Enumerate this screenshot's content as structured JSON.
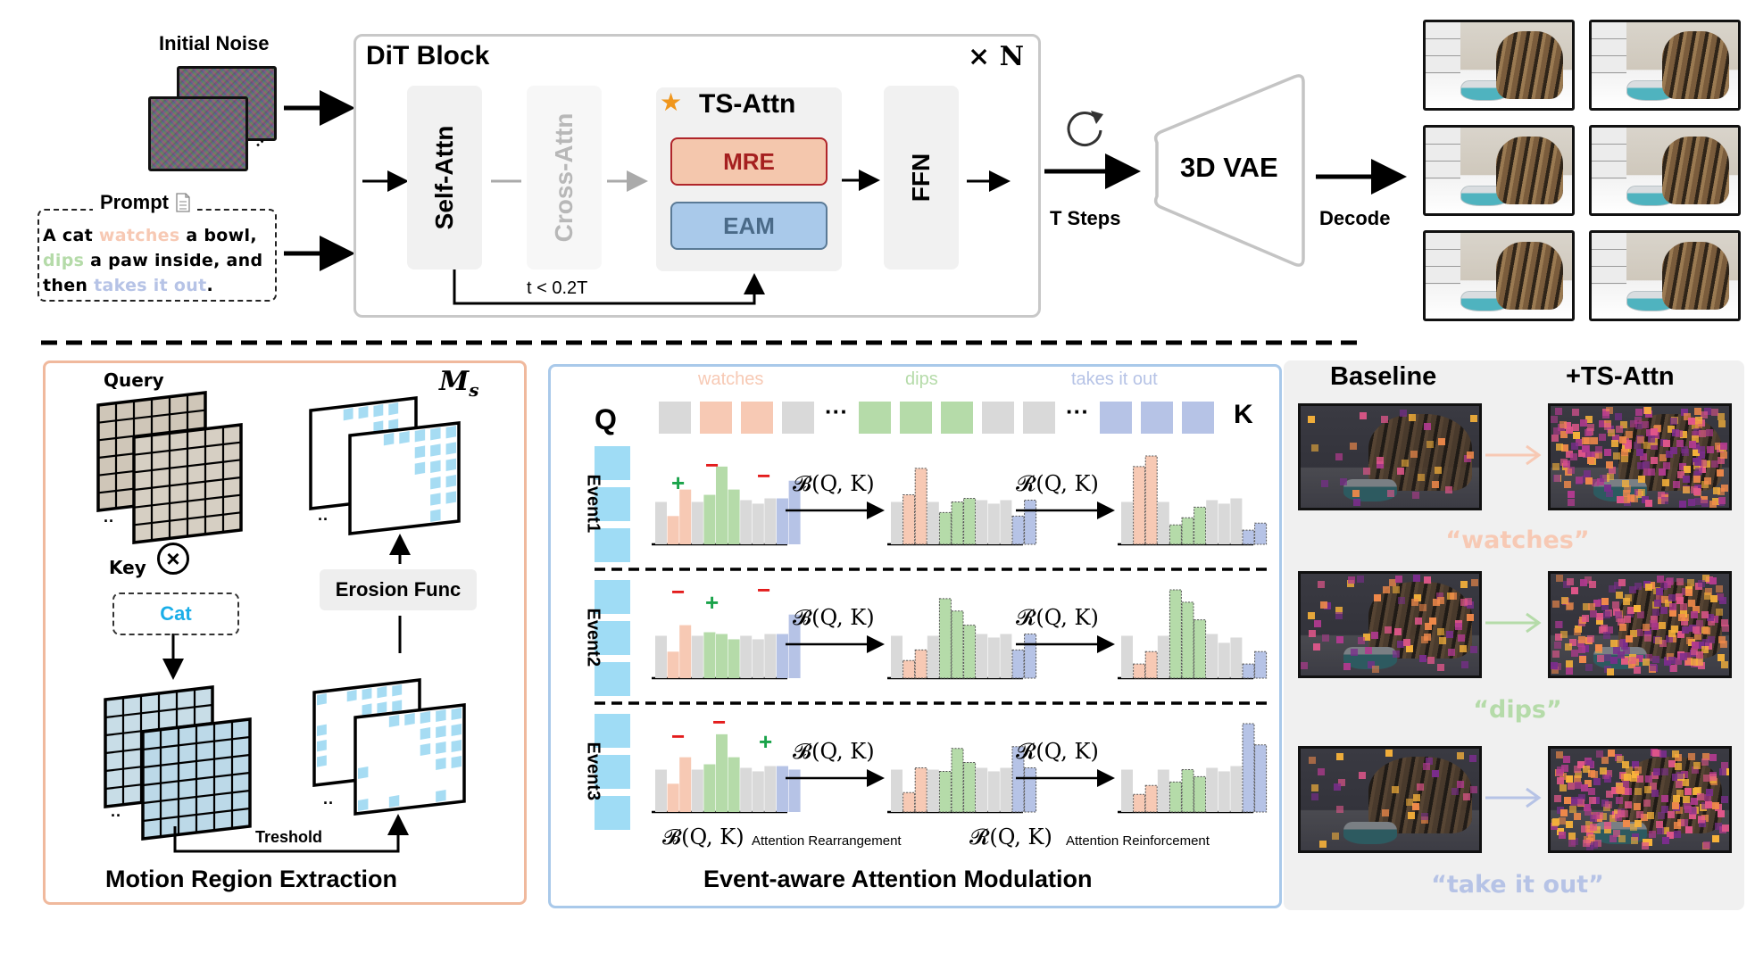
{
  "top": {
    "initial_noise_label": "Initial Noise",
    "prompt_label": "Prompt",
    "prompt_segments": [
      {
        "text": "A cat ",
        "color": "#000000"
      },
      {
        "text": "watches",
        "color": "#f7c9b4"
      },
      {
        "text": " a bowl,",
        "color": "#000000"
      },
      {
        "text": "dips",
        "color": "#b5dba9"
      },
      {
        "text": " a paw inside, and",
        "color": "#000000"
      },
      {
        "text": "then ",
        "color": "#000000"
      },
      {
        "text": "takes it out",
        "color": "#b6c3e6"
      },
      {
        "text": ".",
        "color": "#000000"
      }
    ],
    "dit_block": {
      "title": "DiT Block",
      "repeat": "× N",
      "self_attn": "Self-Attn",
      "cross_attn": "Cross-Attn",
      "ts_attn": "TS-Attn",
      "mre": "MRE",
      "eam": "EAM",
      "ffn": "FFN",
      "condition": "t < 0.2T"
    },
    "t_steps_label": "T Steps",
    "vae_label": "3D VAE",
    "decode_label": "Decode",
    "output_frames_count": 6
  },
  "mre_panel": {
    "title": "Motion Region Extraction",
    "query_label": "Query",
    "key_label": "Key",
    "key_token": "Cat",
    "erosion_label": "Erosion Func",
    "threshold_label": "Treshold",
    "mask_label": "M",
    "mask_subscript": "s"
  },
  "eam_panel": {
    "title": "Event-aware Attention Modulation",
    "q_label": "Q",
    "k_label": "K",
    "token_groups": [
      {
        "label": "watches",
        "color": "#f7c9b4"
      },
      {
        "label": "dips",
        "color": "#b5dba9"
      },
      {
        "label": "takes it out",
        "color": "#b6c3e6"
      }
    ],
    "key_tokens": [
      "gray",
      "orange",
      "orange",
      "gray",
      "dots",
      "green",
      "green",
      "green",
      "gray",
      "gray",
      "dots",
      "blue",
      "blue",
      "blue"
    ],
    "events": [
      {
        "label": "Event1",
        "signs": [
          "+",
          "−",
          "−"
        ]
      },
      {
        "label": "Event2",
        "signs": [
          "−",
          "+",
          "−"
        ]
      },
      {
        "label": "Event3",
        "signs": [
          "−",
          "−",
          "+"
        ]
      }
    ],
    "b_op": "𝓑(Q, K)",
    "r_op": "𝓡(Q, K)",
    "legend_b": "Attention Rearrangement",
    "legend_r": "Attention Reinforcement"
  },
  "comparison": {
    "col_baseline": "Baseline",
    "col_ours": "+TS-Attn",
    "rows": [
      {
        "caption": "“watches”",
        "color": "#f7c9b4"
      },
      {
        "caption": "“dips”",
        "color": "#b5dba9"
      },
      {
        "caption": "“take it out”",
        "color": "#b6c3e6"
      }
    ]
  },
  "colors": {
    "orange_token": "#f7c9b4",
    "green_token": "#b5dba9",
    "blue_token": "#b6c3e6",
    "gray_token": "#d9d9d9",
    "query_blue": "#9fdcf5",
    "mre_fill": "#f4c7ad",
    "mre_text": "#a51f1f",
    "eam_fill": "#a9c9ea",
    "eam_text": "#4a6a88",
    "star": "#f0961c",
    "plus": "#1aa34a",
    "minus": "#e31b1b",
    "mre_border": "#f0b99d",
    "eam_border": "#a9c9ea"
  }
}
